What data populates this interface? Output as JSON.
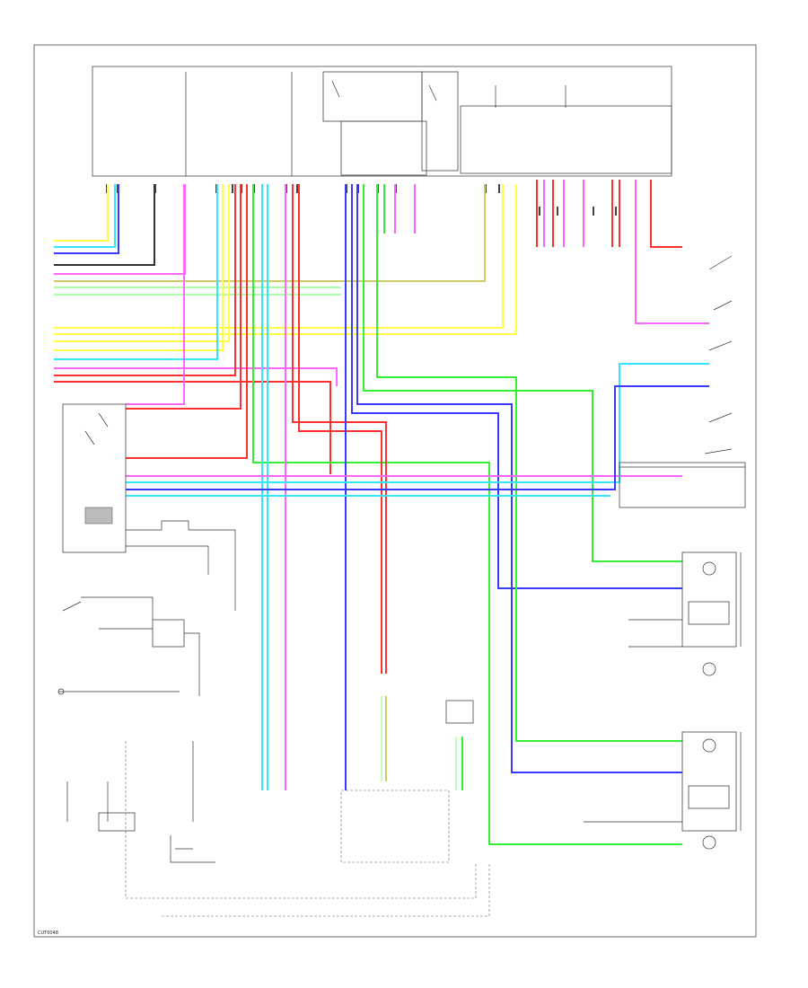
{
  "figure_code": "CUT0048",
  "colors": {
    "red": "#ff3030",
    "pink": "#ff66ff",
    "blue": "#3a3aff",
    "cyan": "#33e6ff",
    "green": "#33ee33",
    "yellow": "#ffff44",
    "black": "#333333",
    "light_green": "#aaffaa",
    "olive": "#cccc66",
    "gray": "#999999"
  },
  "components": [
    {
      "id": "main-relay-block"
    },
    {
      "id": "ecu-block"
    },
    {
      "id": "lower-left-relay"
    },
    {
      "id": "left-switch"
    },
    {
      "id": "joint-connector"
    },
    {
      "id": "right-connector-stack"
    },
    {
      "id": "bottom-harness"
    }
  ],
  "wires": [
    {
      "color": "cyan"
    },
    {
      "color": "yellow"
    },
    {
      "color": "blue"
    },
    {
      "color": "black"
    },
    {
      "color": "pink"
    },
    {
      "color": "green"
    },
    {
      "color": "light_green"
    },
    {
      "color": "red"
    },
    {
      "color": "olive"
    }
  ]
}
